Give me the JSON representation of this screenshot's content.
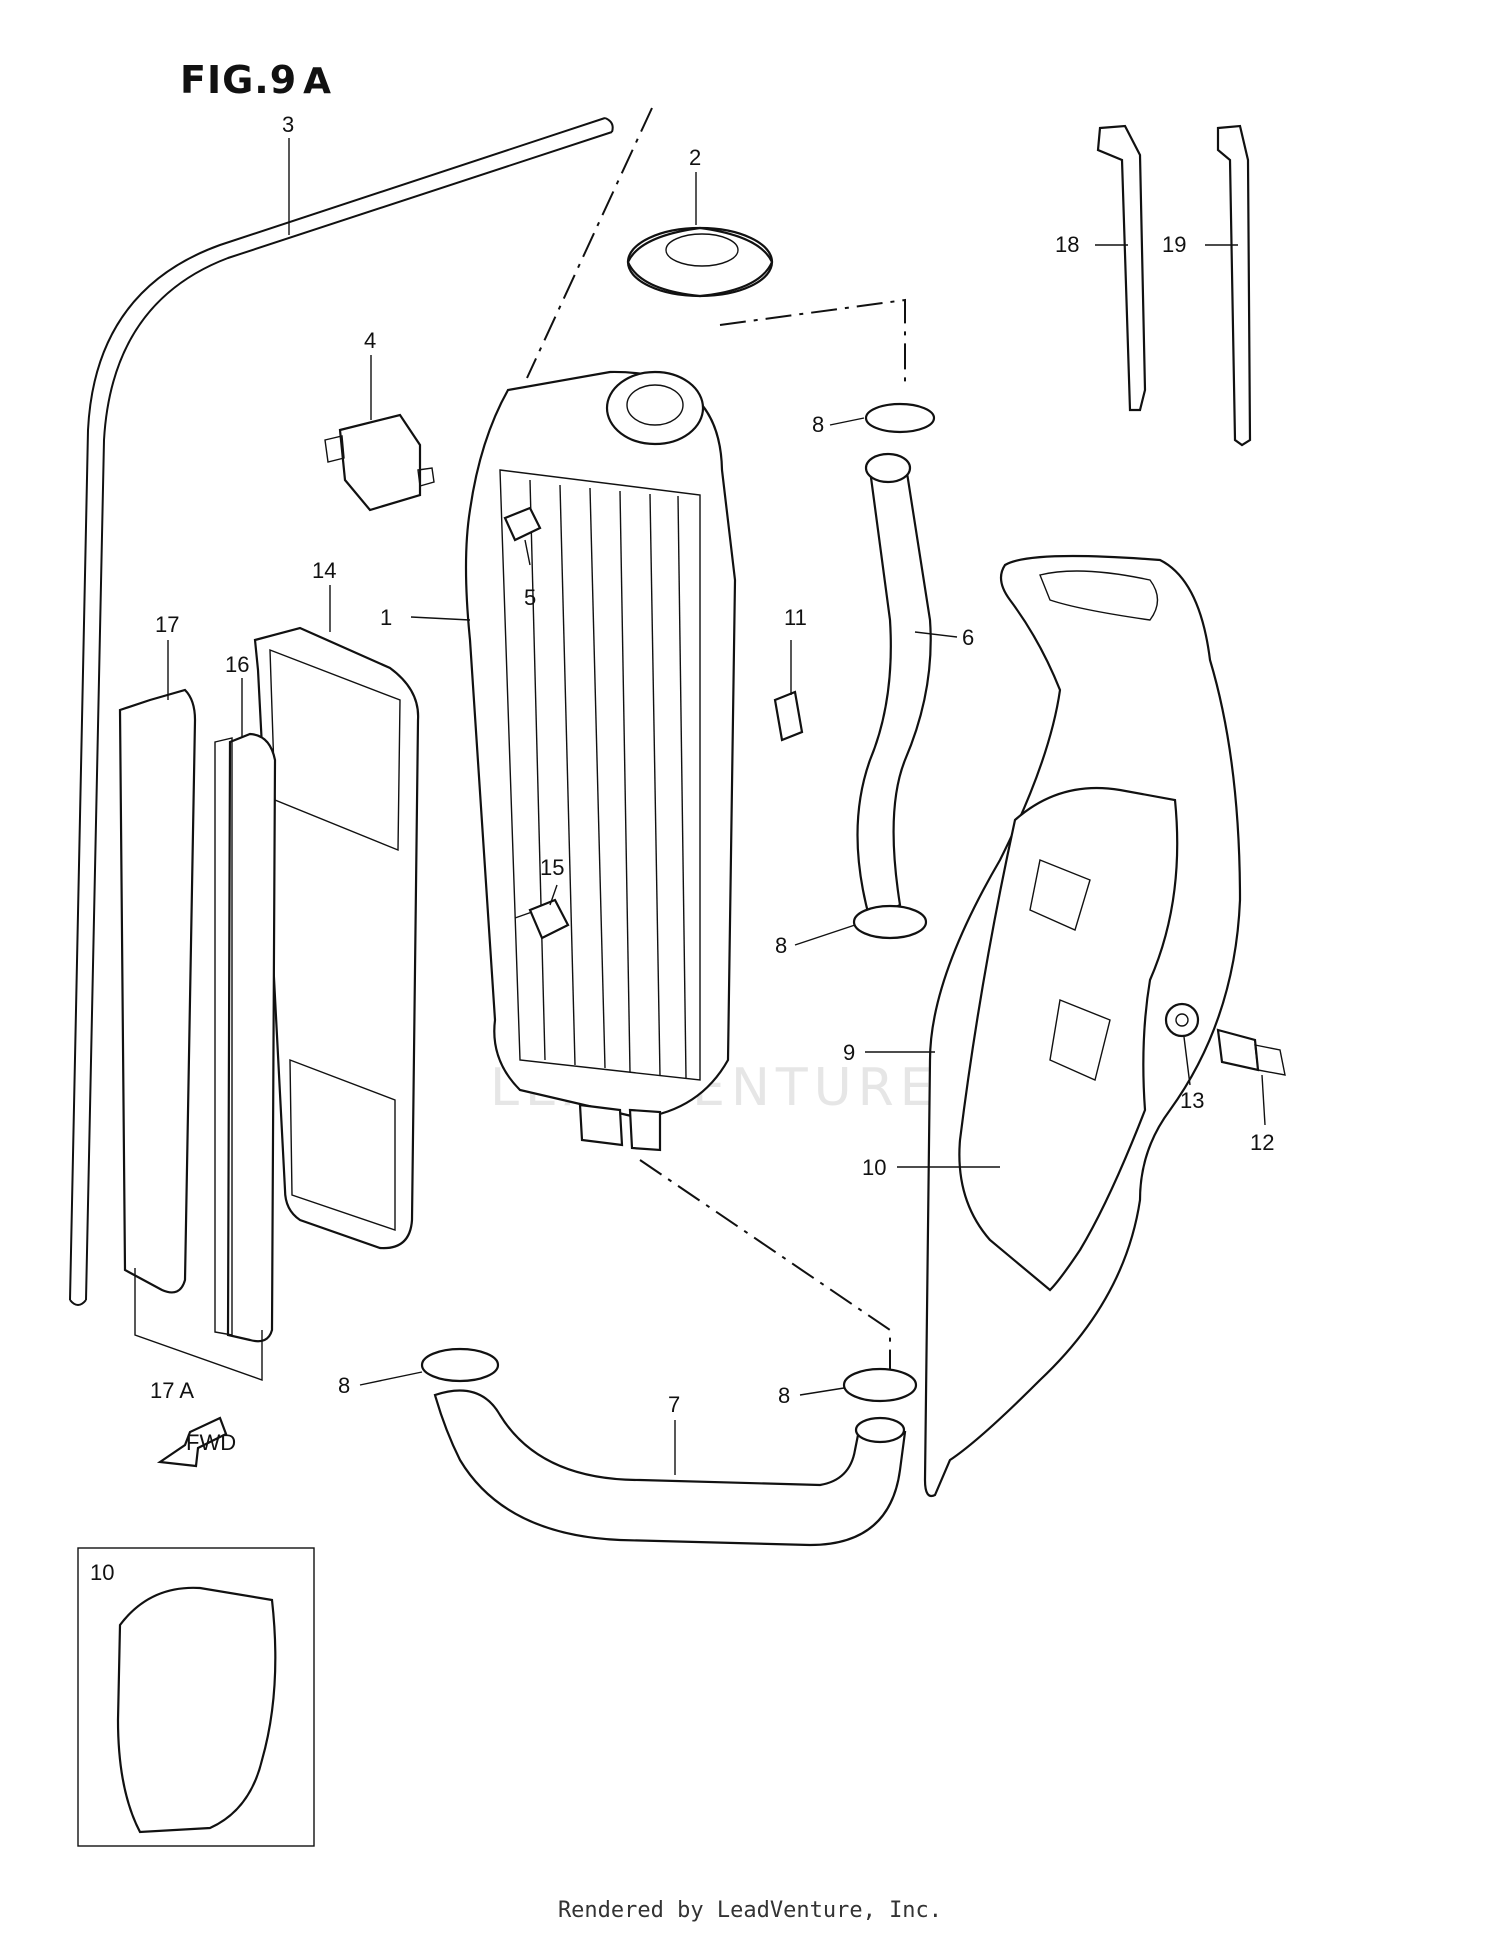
{
  "figure": {
    "title": "FIG.9",
    "suffix": "A"
  },
  "watermark": "LEADVENTURE",
  "footer": "Rendered by LeadVenture, Inc.",
  "callouts": {
    "c1": "1",
    "c2": "2",
    "c3": "3",
    "c4": "4",
    "c5": "5",
    "c6": "6",
    "c7": "7",
    "c8a": "8",
    "c8b": "8",
    "c8c": "8",
    "c8d": "8",
    "c9": "9",
    "c10": "10",
    "c10b": "10",
    "c11": "11",
    "c12": "12",
    "c13": "13",
    "c14": "14",
    "c15": "15",
    "c16": "16",
    "c17": "17",
    "c17a": "17 A",
    "c18": "18",
    "c19": "19"
  },
  "fwd_label": "FWD"
}
